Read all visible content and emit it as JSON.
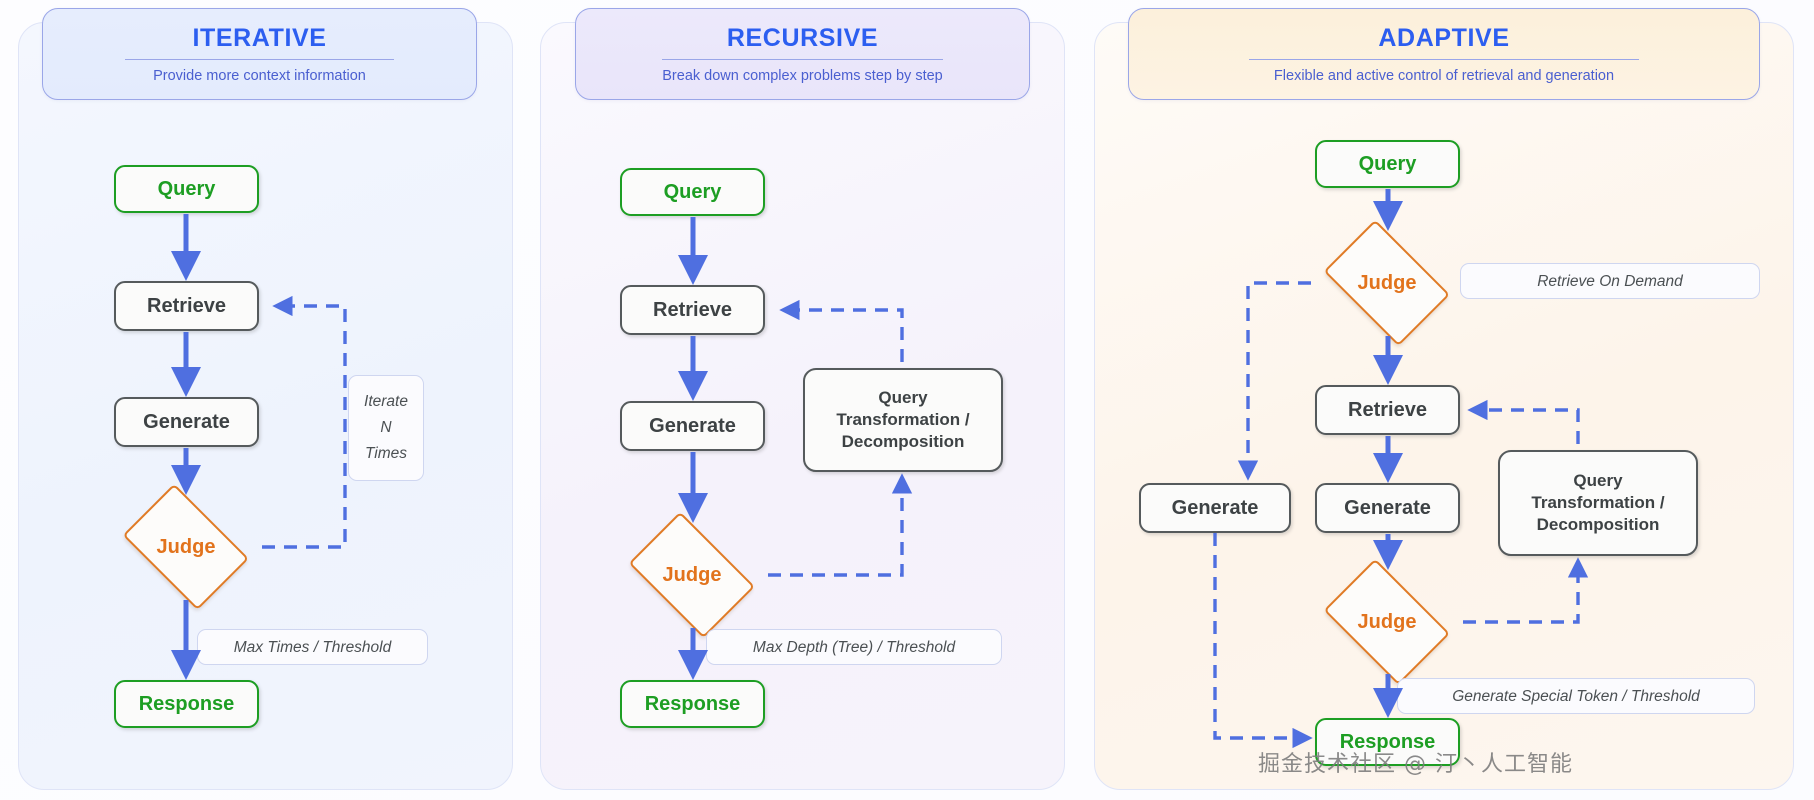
{
  "panels": [
    {
      "id": "iterative",
      "title": "ITERATIVE",
      "subtitle": "Provide more context information",
      "nodes": {
        "query": "Query",
        "retrieve": "Retrieve",
        "generate": "Generate",
        "judge": "Judge",
        "response": "Response"
      },
      "tags": {
        "loop": "Iterate\nN\nTimes",
        "loop_line1": "Iterate",
        "loop_line2": "N",
        "loop_line3": "Times",
        "exit": "Max Times / Threshold"
      }
    },
    {
      "id": "recursive",
      "title": "RECURSIVE",
      "subtitle": "Break down complex problems step by step",
      "nodes": {
        "query": "Query",
        "retrieve": "Retrieve",
        "generate": "Generate",
        "judge": "Judge",
        "response": "Response",
        "transform_line1": "Query",
        "transform_line2": "Transformation /",
        "transform_line3": "Decomposition"
      },
      "tags": {
        "exit": "Max Depth (Tree) / Threshold"
      }
    },
    {
      "id": "adaptive",
      "title": "ADAPTIVE",
      "subtitle": "Flexible and  active control of retrieval and generation",
      "nodes": {
        "query": "Query",
        "judge_top": "Judge",
        "retrieve": "Retrieve",
        "generate_left": "Generate",
        "generate_main": "Generate",
        "judge_bottom": "Judge",
        "response": "Response",
        "transform_line1": "Query",
        "transform_line2": "Transformation /",
        "transform_line3": "Decomposition"
      },
      "tags": {
        "on_demand": "Retrieve On  Demand",
        "exit": "Generate Special Token / Threshold"
      }
    }
  ],
  "watermark": "掘金技术社区 @ 汀丶人工智能",
  "colors": {
    "terminal_green": "#1d9e23",
    "process_gray": "#555a5c",
    "decision_orange": "#e07b26",
    "arrow_blue": "#4f6fe0",
    "title_blue": "#2c5ef0",
    "panel_iterative_bg": "#eef3fd",
    "panel_recursive_bg": "#f5f2fb",
    "panel_adaptive_bg": "#fdf4ea"
  }
}
